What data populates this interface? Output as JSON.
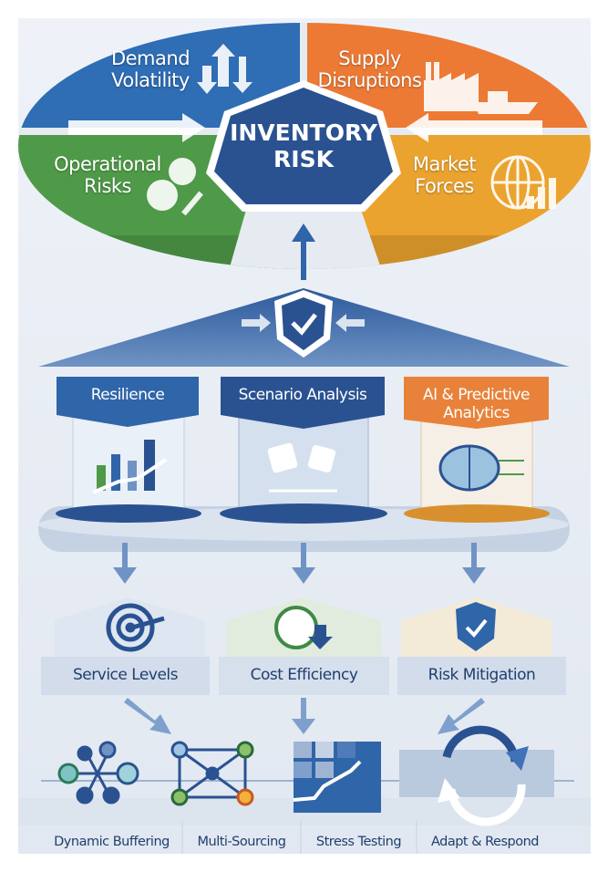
{
  "center": {
    "line1": "INVENTORY",
    "line2": "RISK"
  },
  "drivers": [
    {
      "line1": "Demand",
      "line2": "Volatility",
      "icon": "up-down-arrows-icon",
      "color": "#2f6db5"
    },
    {
      "line1": "Supply",
      "line2": "Disruptions",
      "icon": "factory-ship-icon",
      "color": "#ec7a35"
    },
    {
      "line1": "Operational",
      "line2": "Risks",
      "icon": "gears-wrench-icon",
      "color": "#4f9a48"
    },
    {
      "line1": "Market",
      "line2": "Forces",
      "icon": "globe-chart-icon",
      "color": "#eba32f"
    }
  ],
  "pillars": [
    {
      "label": "Resilience",
      "icon": "bar-chart-icon",
      "color": "#2f65a9"
    },
    {
      "label": "Scenario Analysis",
      "icon": "dice-icon",
      "color": "#2a5291"
    },
    {
      "label_line1": "AI & Predictive",
      "label_line2": "Analytics",
      "icon": "brain-icon",
      "color": "#e8823a"
    }
  ],
  "outcomes": [
    {
      "label": "Service Levels",
      "icon": "target-icon"
    },
    {
      "label": "Cost Efficiency",
      "icon": "dollar-down-icon"
    },
    {
      "label": "Risk Mitigation",
      "icon": "shield-check-icon"
    }
  ],
  "strategies": [
    {
      "label": "Dynamic Buffering",
      "icon": "network-icon"
    },
    {
      "label": "Multi-Sourcing",
      "icon": "supplier-network-icon"
    },
    {
      "label": "Stress Testing",
      "icon": "heatmap-chart-icon"
    },
    {
      "label": "Adapt & Respond",
      "icon": "refresh-cycle-icon"
    }
  ]
}
